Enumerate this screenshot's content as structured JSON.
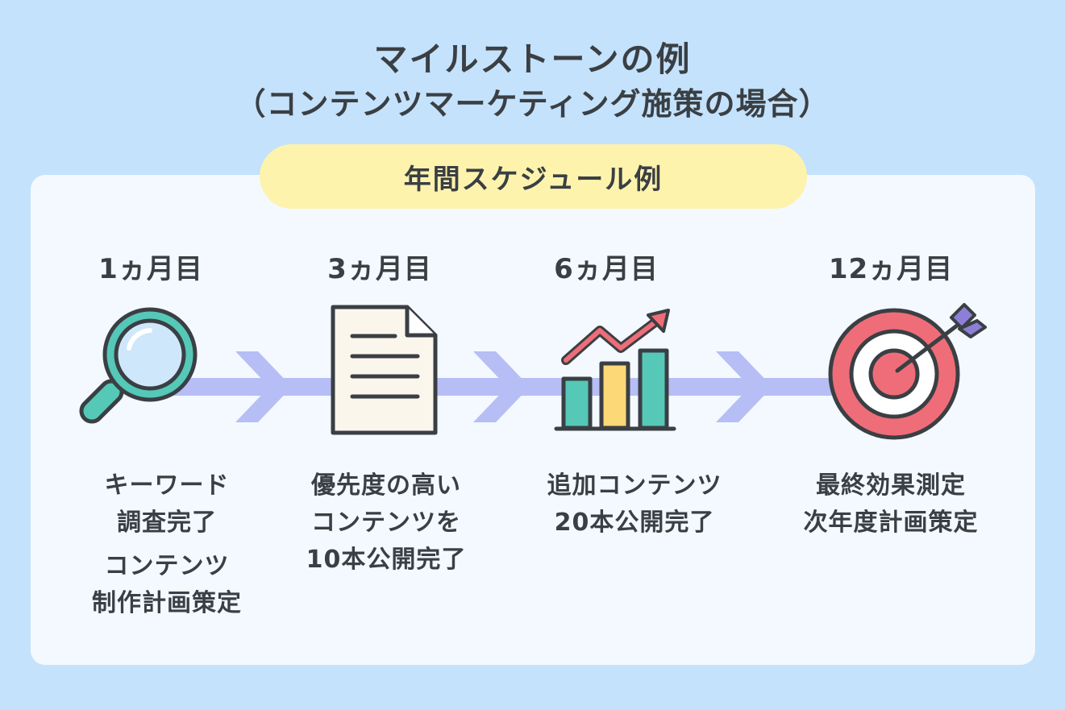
{
  "title": {
    "line1": "マイルストーンの例",
    "line2": "（コンテンツマーケティング施策の場合）"
  },
  "schedule_label": "年間スケジュール例",
  "milestones": [
    {
      "month": "1ヵ月目",
      "icon": "magnifier-icon",
      "lines": [
        "キーワード",
        "調査完了",
        "コンテンツ",
        "制作計画策定"
      ]
    },
    {
      "month": "3ヵ月目",
      "icon": "document-icon",
      "lines": [
        "優先度の高い",
        "コンテンツを",
        "10本公開完了"
      ]
    },
    {
      "month": "6ヵ月目",
      "icon": "bar-chart-icon",
      "lines": [
        "追加コンテンツ",
        "20本公開完了"
      ]
    },
    {
      "month": "12ヵ月目",
      "icon": "target-icon",
      "lines": [
        "最終効果測定",
        "次年度計画策定"
      ]
    }
  ],
  "colors": {
    "background": "#c4e2fb",
    "card": "#f3f9fe",
    "pill": "#fdf3ad",
    "arrow": "#b6bef5",
    "teal": "#55c8b8",
    "yellow": "#fcd877",
    "red": "#ef6d78",
    "purple": "#8d7fd7",
    "outline": "#3a3f44"
  }
}
